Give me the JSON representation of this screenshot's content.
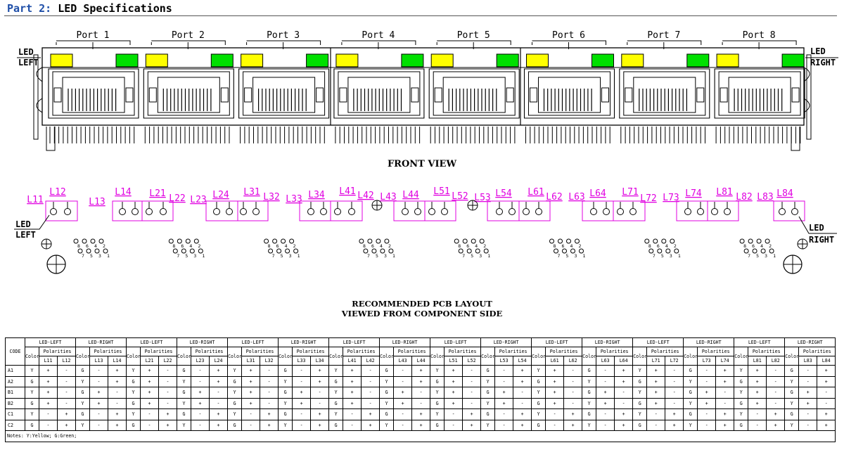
{
  "header": {
    "part": "Part 2:",
    "title": "LED Specifications"
  },
  "front_view": {
    "title": "FRONT VIEW",
    "ports": [
      "Port 1",
      "Port 2",
      "Port 3",
      "Port 4",
      "Port 5",
      "Port 6",
      "Port 7",
      "Port 8"
    ],
    "led_left": [
      "LED",
      "LEFT"
    ],
    "led_right": [
      "LED",
      "RIGHT"
    ],
    "colors": {
      "yellow_led": "#ffff00",
      "green_led": "#00e000",
      "annotation": "#e000e0"
    }
  },
  "pcb": {
    "title_lines": [
      "RECOMMENDED PCB LAYOUT",
      "VIEWED FROM COMPONENT SIDE"
    ],
    "led_labels": [
      "L11",
      "L12",
      "L13",
      "L14",
      "L21",
      "L22",
      "L23",
      "L24",
      "L31",
      "L32",
      "L33",
      "L34",
      "L41",
      "L42",
      "L43",
      "L44",
      "L51",
      "L52",
      "L53",
      "L54",
      "L61",
      "L62",
      "L63",
      "L64",
      "L71",
      "L72",
      "L73",
      "L74",
      "L81",
      "L82",
      "L83",
      "L84"
    ],
    "pin_numbers": [
      "8",
      "7",
      "6",
      "5",
      "4",
      "3",
      "2",
      "1"
    ],
    "led_left": [
      "LED",
      "LEFT"
    ],
    "led_right": [
      "LED",
      "RIGHT"
    ]
  },
  "table": {
    "code_header": "CODE",
    "color_header": "Color",
    "polarities_header": "Polarities",
    "group_labels": [
      "LED-LEFT",
      "LED-RIGHT"
    ],
    "port_pins": [
      [
        "L11",
        "L12",
        "L13",
        "L14"
      ],
      [
        "L21",
        "L22",
        "L23",
        "L24"
      ],
      [
        "L31",
        "L32",
        "L33",
        "L34"
      ],
      [
        "L41",
        "L42",
        "L43",
        "L44"
      ],
      [
        "L51",
        "L52",
        "L53",
        "L54"
      ],
      [
        "L61",
        "L62",
        "L63",
        "L64"
      ],
      [
        "L71",
        "L72",
        "L73",
        "L74"
      ],
      [
        "L81",
        "L82",
        "L83",
        "L84"
      ]
    ],
    "rows": [
      {
        "code": "A1",
        "left": [
          "Y",
          "+",
          "-"
        ],
        "right": [
          "G",
          "-",
          "+"
        ]
      },
      {
        "code": "A2",
        "left": [
          "G",
          "+",
          "-"
        ],
        "right": [
          "Y",
          "-",
          "+"
        ]
      },
      {
        "code": "B1",
        "left": [
          "Y",
          "+",
          "-"
        ],
        "right": [
          "G",
          "+",
          "-"
        ]
      },
      {
        "code": "B2",
        "left": [
          "G",
          "+",
          "-"
        ],
        "right": [
          "Y",
          "+",
          "-"
        ]
      },
      {
        "code": "C1",
        "left": [
          "Y",
          "-",
          "+"
        ],
        "right": [
          "G",
          "-",
          "+"
        ]
      },
      {
        "code": "C2",
        "left": [
          "G",
          "-",
          "+"
        ],
        "right": [
          "Y",
          "-",
          "+"
        ]
      }
    ],
    "notes": "Notes:   Y:Yellow;   G:Green;"
  }
}
